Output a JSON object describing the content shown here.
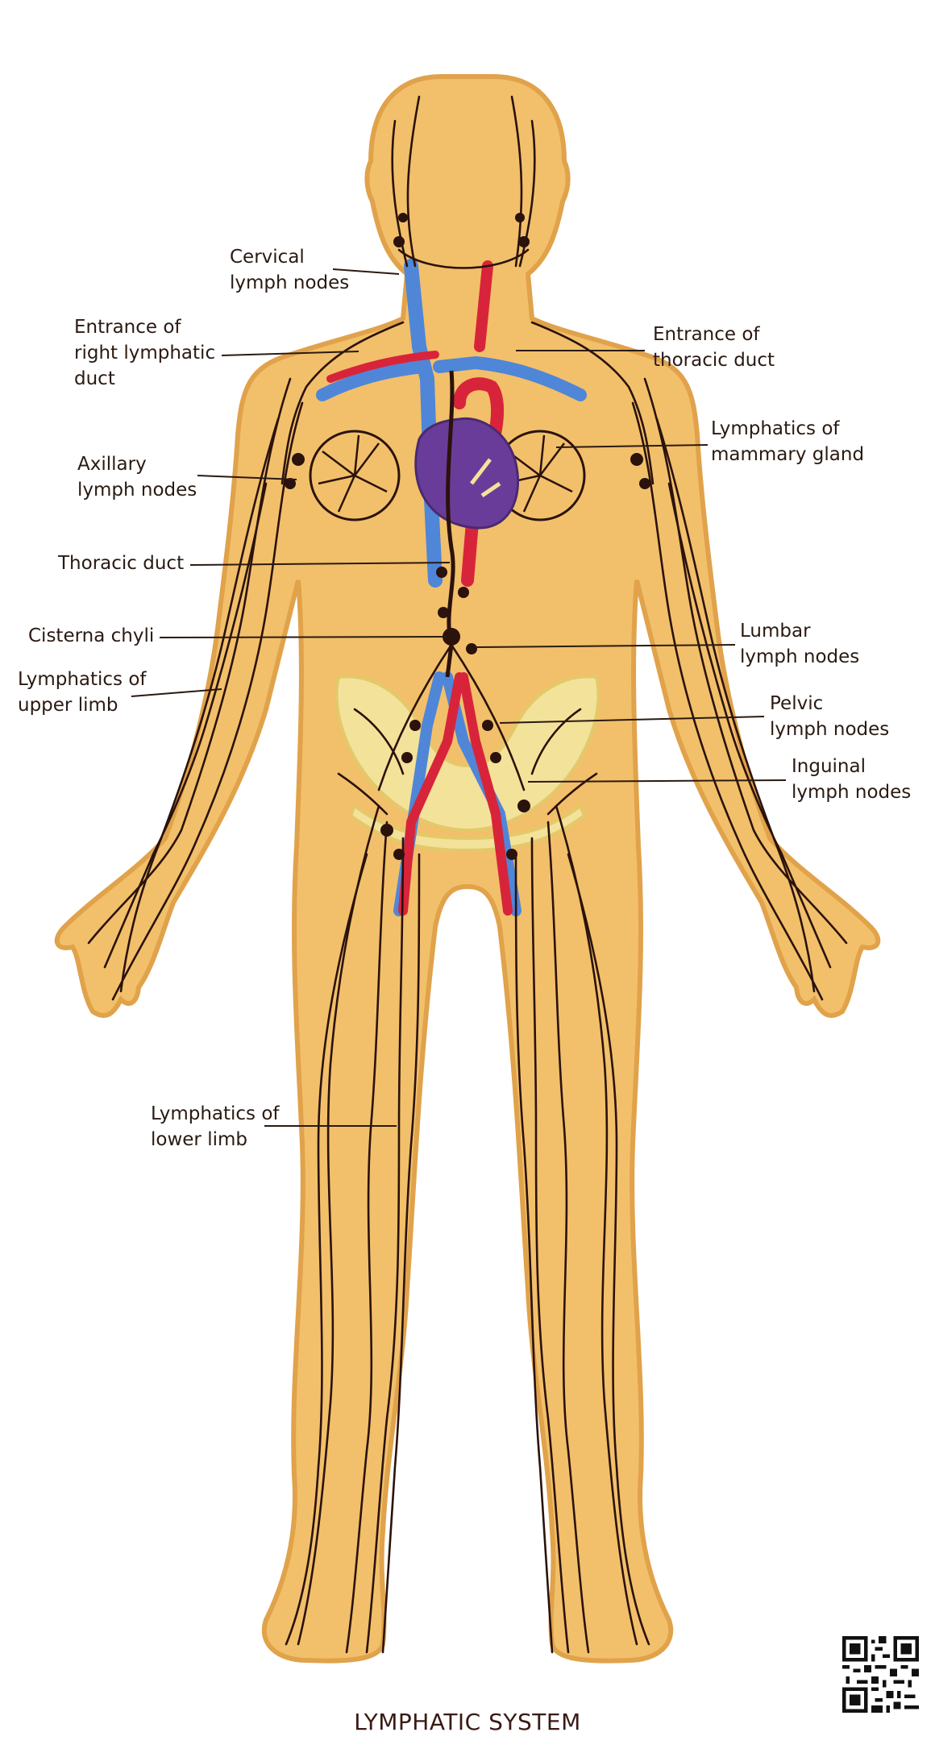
{
  "diagram": {
    "title": "LYMPHATIC SYSTEM",
    "labels": {
      "cervical": "Cervical\nlymph nodes",
      "entrance_right": "Entrance of\nright lymphatic\nduct",
      "entrance_thoracic": "Entrance of\nthoracic duct",
      "axillary": "Axillary\nlymph nodes",
      "mammary": "Lymphatics of\nmammary gland",
      "thoracic_duct": "Thoracic duct",
      "cisterna": "Cisterna chyli",
      "lumbar": "Lumbar\nlymph nodes",
      "upper_limb": "Lymphatics of\nupper limb",
      "pelvic": "Pelvic\nlymph nodes",
      "inguinal": "Inguinal\nlymph nodes",
      "lower_limb": "Lymphatics of\nlower limb"
    },
    "colors": {
      "skin": "#f2c06a",
      "skin_outline": "#e0a24a",
      "lymph": "#2b120c",
      "vein": "#4f86d8",
      "artery": "#d8243a",
      "heart": "#6a3c9a",
      "pelvis": "#f3e29a",
      "leader": "#2a1a12"
    }
  }
}
